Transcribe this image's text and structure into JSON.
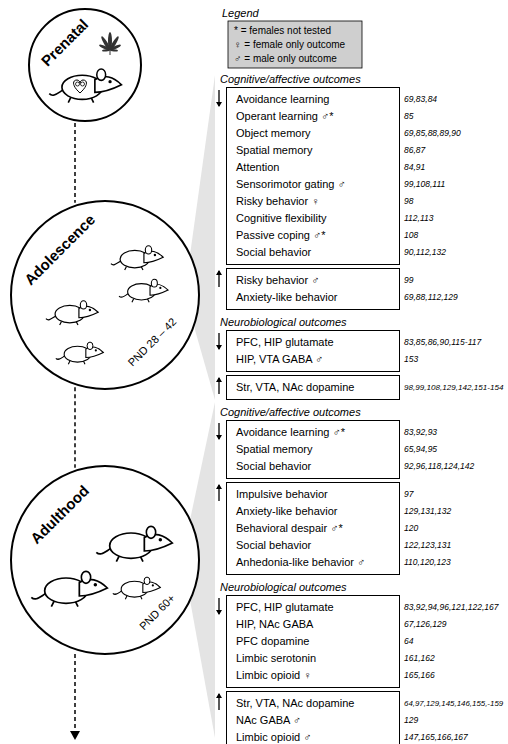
{
  "diagram": {
    "nodes": [
      {
        "text": [
          "Prenatal"
        ]
      },
      {
        "text": [
          "Adolescence",
          "PND 28 – 42"
        ]
      },
      {
        "text": [
          "Adulthood",
          "PND 60+"
        ]
      },
      {
        "text": [
          "Avoidance learning",
          "Operant learning ♂*",
          "Object memory",
          "Spatial memory",
          "Attention",
          "Sensorimotor gating ♂",
          "Risky behavior ♀",
          "Cognitive flexibility",
          "Passive coping ♂*",
          "Social behavior"
        ]
      },
      {
        "text": [
          "Risky behavior ♂",
          "Anxiety-like behavior"
        ]
      },
      {
        "text": [
          "PFC, HIP glutamate",
          "HIP, VTA GABA ♂"
        ]
      },
      {
        "text": [
          "Str, VTA, NAc dopamine"
        ]
      },
      {
        "text": [
          "Avoidance learning ♂*",
          "Spatial memory",
          "Social behavior"
        ]
      },
      {
        "text": [
          "Impulsive behavior",
          "Anxiety-like behavior",
          "Behavioral despair ♂*",
          "Social behavior",
          "Anhedonia-like behavior ♂"
        ]
      },
      {
        "text": [
          "PFC, HIP glutamate",
          "HIP, NAc GABA",
          "PFC dopamine",
          "Limbic serotonin",
          "Limbic opioid ♀"
        ]
      },
      {
        "text": [
          "Str, VTA, NAc dopamine",
          "NAc GABA ♂",
          "Limbic opioid ♂"
        ]
      }
    ],
    "edges": [
      {
        "from": 0,
        "to": 1,
        "arrow": "none"
      },
      {
        "from": 1,
        "to": 2,
        "arrow": "none"
      }
    ],
    "labels": [
      "Legend",
      "Cognitive/affective outcomes",
      "Neurobiological outcomes",
      "Cognitive/affective outcomes",
      "Neurobiological outcomes",
      "69,83,84",
      "85",
      "69,85,88,89,90",
      "86,87",
      "84,91",
      "99,108,111",
      "98",
      "112,113",
      "108",
      "90,112,132",
      "99",
      "69,88,112,129",
      "83,85,86,90,115-117",
      "153",
      "98,99,108,129,142,151-154",
      "83,92,93",
      "65,94,95",
      "92,96,118,124,142",
      "97",
      "129,131,132",
      "120",
      "122,123,131",
      "110,120,123",
      "83,92,94,96,121,122,167",
      "67,126,129",
      "64",
      "161,162",
      "165,166",
      "64,97,129,145,146,155,-159",
      "129",
      "147,165,166,167"
    ],
    "legend": [
      {
        "text": "* = females not tested"
      },
      {
        "text": "♀ = female only outcome"
      },
      {
        "text": "♂ = male only outcome"
      }
    ]
  }
}
